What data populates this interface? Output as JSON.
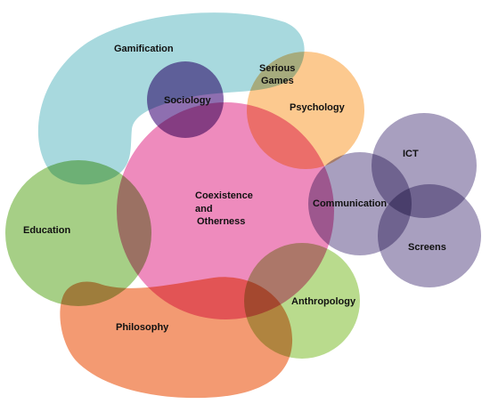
{
  "diagram": {
    "nodes": {
      "gamification": {
        "label": "Gamification",
        "color": "#a8d9de"
      },
      "serious_games": {
        "label_line1": "Serious",
        "label_line2": "Games"
      },
      "sociology": {
        "label": "Sociology",
        "color": "#8e6fb0"
      },
      "psychology": {
        "label": "Psychology",
        "color": "#fcc98f"
      },
      "coexistence": {
        "label_line1": "Coexistence",
        "label_line2": "and",
        "label_line3": "Otherness",
        "color": "#ee8bbd"
      },
      "education": {
        "label": "Education",
        "color": "#a6cf86"
      },
      "communication": {
        "label": "Communication",
        "color": "#a89fbf"
      },
      "ict": {
        "label": "ICT",
        "color": "#a89fbf"
      },
      "screens": {
        "label": "Screens",
        "color": "#a89fbf"
      },
      "anthropology": {
        "label": "Anthropology",
        "color": "#b9db8d"
      },
      "philosophy": {
        "label": "Philosophy",
        "color": "#f39a72"
      }
    }
  }
}
